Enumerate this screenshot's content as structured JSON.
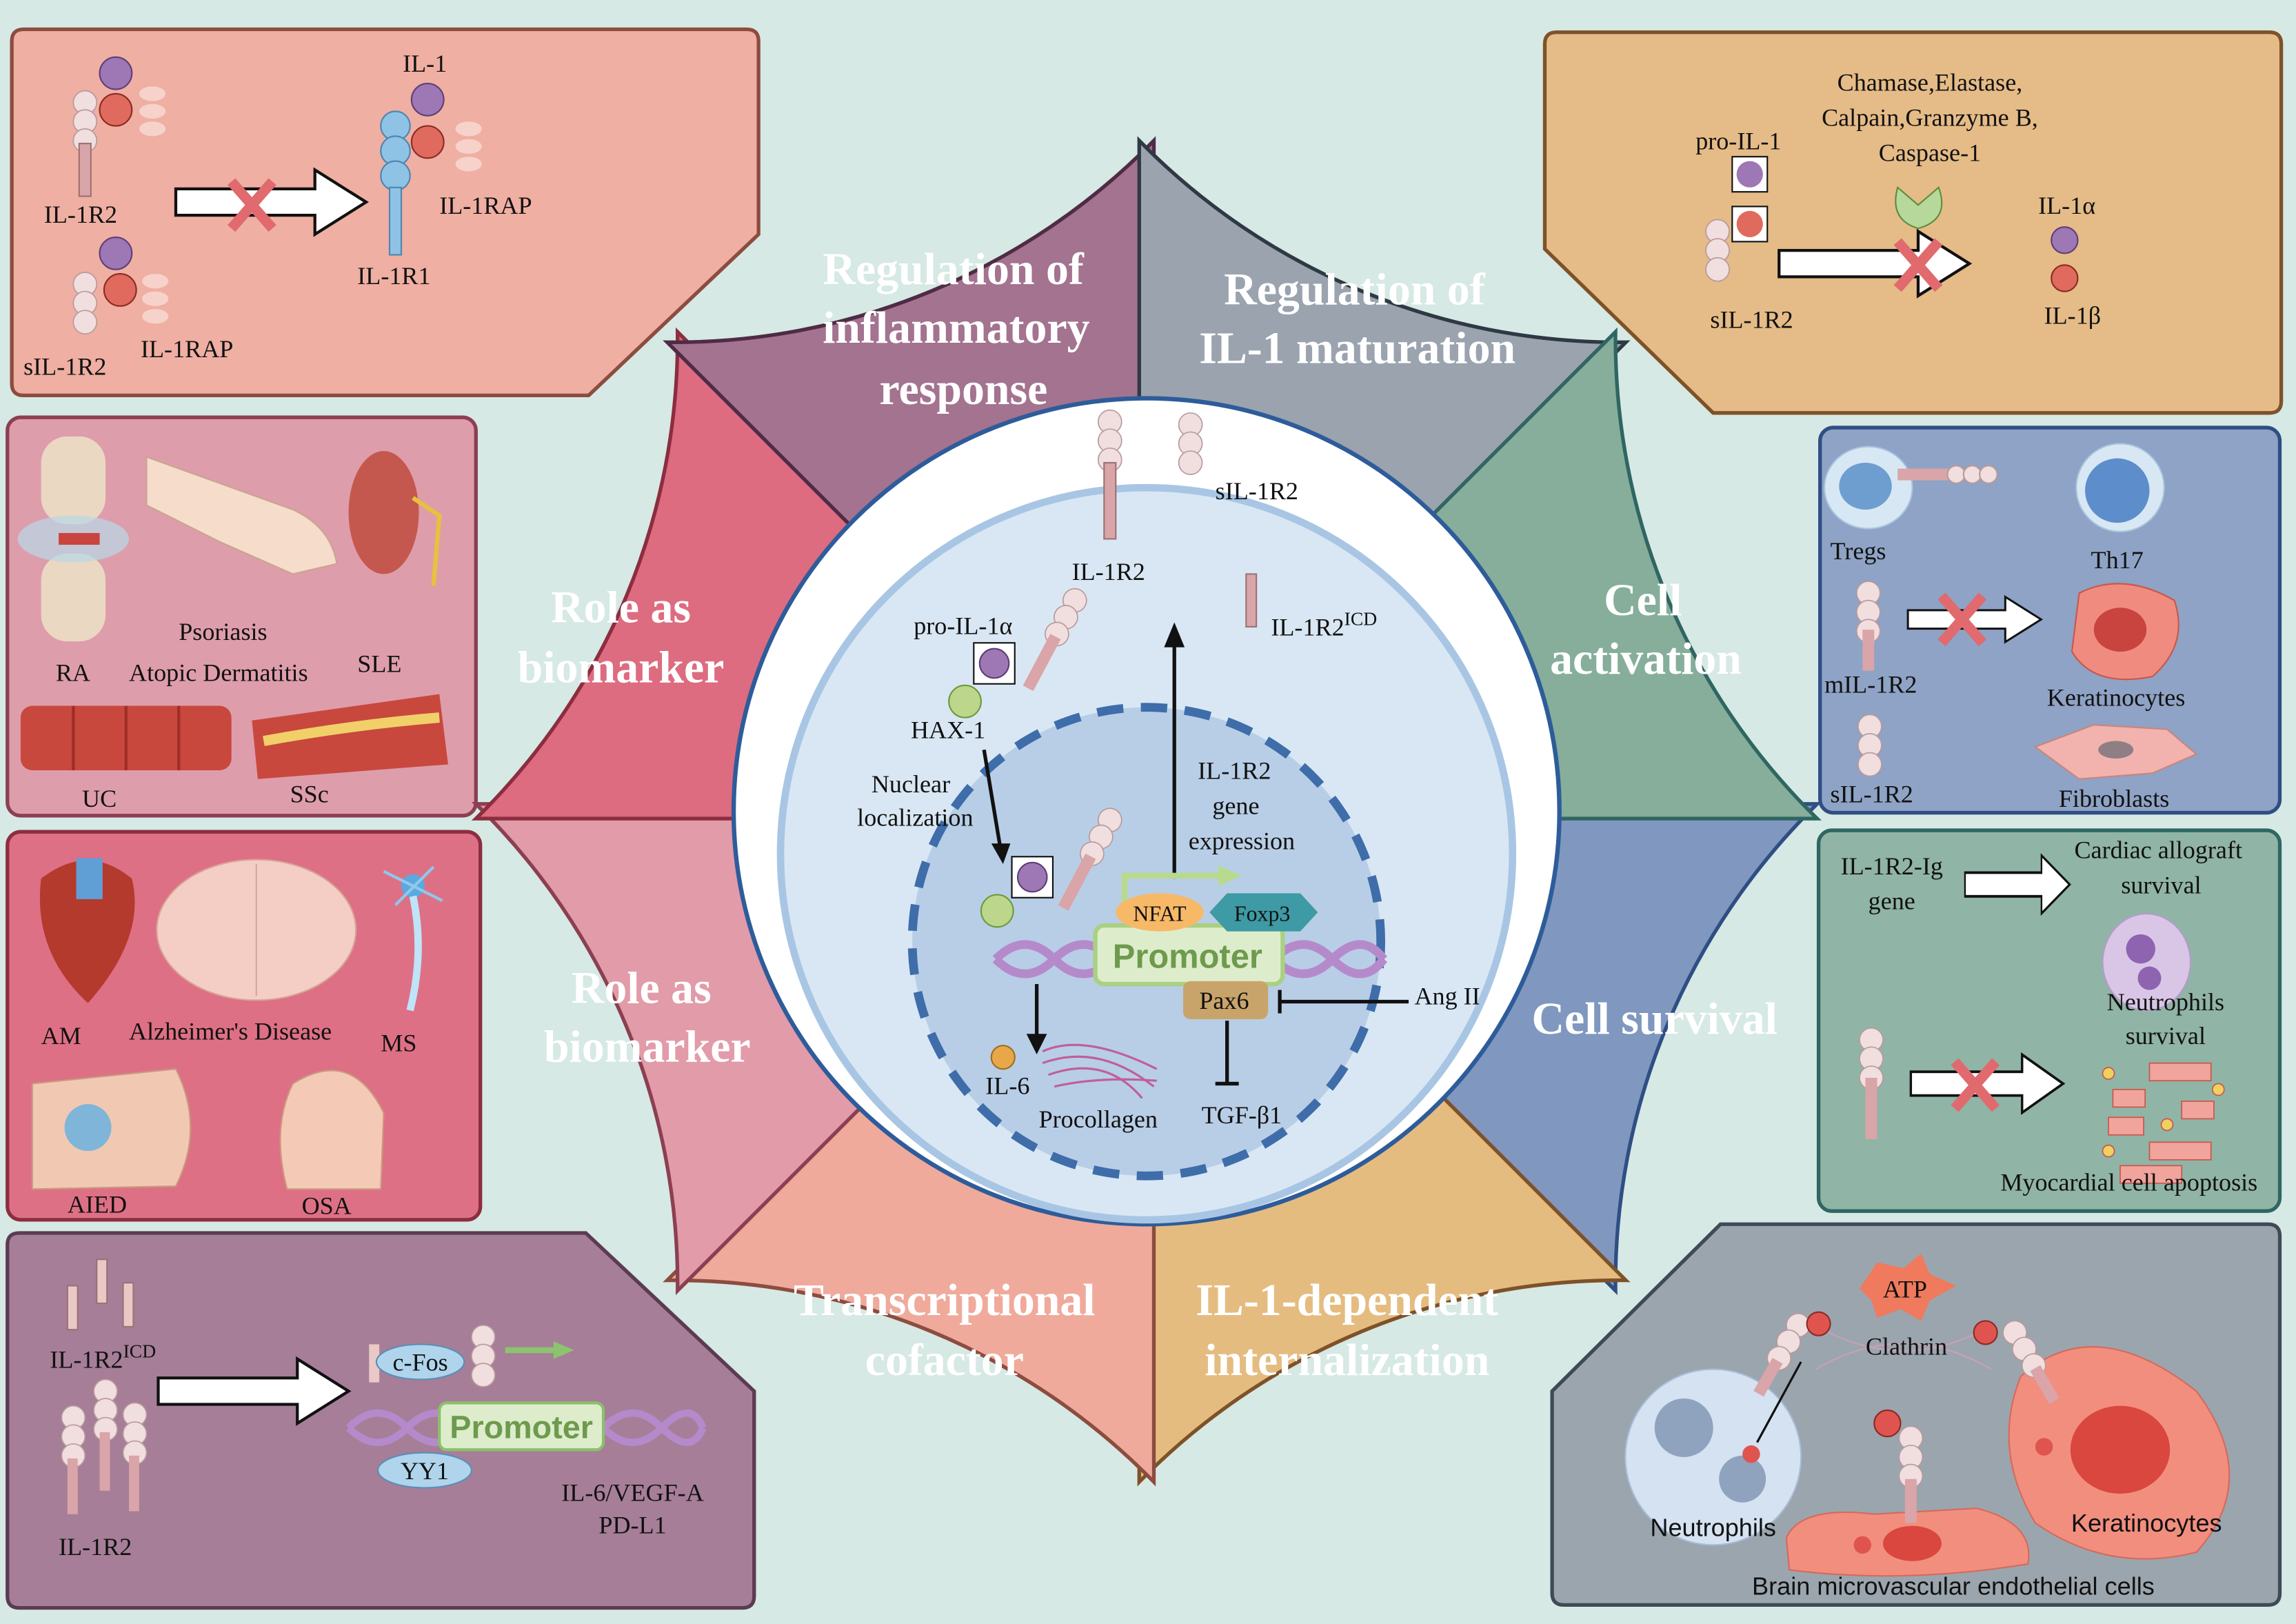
{
  "colors": {
    "background": "#D6E9E4",
    "inflammatory": "#EFAA9C",
    "maturation": "#E5BC80",
    "activation": "#8098BF",
    "survival": "#86AE9B",
    "internalization": "#9AA3AE",
    "cofactor": "#A3738F",
    "biomarker_lower": "#DD6C80",
    "biomarker_upper": "#E29BA8",
    "cross": "#E06A6E"
  },
  "sectors": [
    {
      "key": "activation",
      "lines": [
        "Cell",
        "activation"
      ]
    },
    {
      "key": "maturation",
      "lines": [
        "Regulation of",
        "IL-1 maturation"
      ]
    },
    {
      "key": "inflammatory",
      "lines": [
        "Regulation of",
        "inflammatory",
        "response"
      ]
    },
    {
      "key": "biomarker_upper",
      "lines": [
        "Role as",
        "biomarker"
      ]
    },
    {
      "key": "biomarker_lower",
      "lines": [
        "Role as",
        "biomarker"
      ]
    },
    {
      "key": "cofactor",
      "lines": [
        "Transcriptional",
        "cofactor"
      ]
    },
    {
      "key": "internalization",
      "lines": [
        "IL-1-dependent",
        "internalization"
      ]
    },
    {
      "key": "survival",
      "lines": [
        "Cell survival"
      ]
    }
  ],
  "center": {
    "sIL1R2": "sIL-1R2",
    "IL1R2": "IL-1R2",
    "icd_base": "IL-1R2",
    "icd_sup": "ICD",
    "pro_il1a": "pro-IL-1α",
    "hax1": "HAX-1",
    "nuclear": [
      "Nuclear",
      "localization"
    ],
    "gene_expr": [
      "IL-1R2",
      "gene",
      "expression"
    ],
    "nfat": "NFAT",
    "foxp3": "Foxp3",
    "promoter": "Promoter",
    "pax6": "Pax6",
    "ang2": "Ang II",
    "il6": "IL-6",
    "procollagen": "Procollagen",
    "tgf": "TGF-β1"
  },
  "panel_inflammatory": {
    "il1r2": "IL-1R2",
    "il1": "IL-1",
    "il1rap": "IL-1RAP",
    "il1r1": "IL-1R1",
    "sil1r2": "sIL-1R2",
    "il1rap2": "IL-1RAP"
  },
  "panel_maturation": {
    "enzymes": [
      "Chamase,Elastase,",
      "Calpain,Granzyme B,",
      "Caspase-1"
    ],
    "pro_il1": "pro-IL-1",
    "sil1r2": "sIL-1R2",
    "il1a": "IL-1α",
    "il1b": "IL-1β"
  },
  "panel_biomarker_upper": {
    "ra": "RA",
    "psoriasis": "Psoriasis",
    "atopic": "Atopic Dermatitis",
    "sle": "SLE",
    "uc": "UC",
    "ssc": "SSc"
  },
  "panel_biomarker_lower": {
    "am": "AM",
    "alz": "Alzheimer's Disease",
    "ms": "MS",
    "aied": "AIED",
    "osa": "OSA"
  },
  "panel_cofactor": {
    "icd_base": "IL-1R2",
    "icd_sup": "ICD",
    "il1r2": "IL-1R2",
    "cfos": "c-Fos",
    "yy1": "YY1",
    "promoter": "Promoter",
    "targets": [
      "IL-6/VEGF-A",
      "PD-L1"
    ]
  },
  "panel_activation": {
    "tregs": "Tregs",
    "th17": "Th17",
    "mil1r2": "mIL-1R2",
    "keratinocytes": "Keratinocytes",
    "sil1r2": "sIL-1R2",
    "fibroblasts": "Fibroblasts"
  },
  "panel_survival": {
    "gene": [
      "IL-1R2-Ig",
      "gene"
    ],
    "cardiac": [
      "Cardiac allograft",
      "survival"
    ],
    "neutrophils": [
      "Neutrophils",
      "survival"
    ],
    "myocardial": "Myocardial cell apoptosis"
  },
  "panel_internalization": {
    "atp": "ATP",
    "clathrin": "Clathrin",
    "neutrophils": "Neutrophils",
    "keratinocytes": "Keratinocytes",
    "brain": "Brain microvascular endothelial cells"
  }
}
